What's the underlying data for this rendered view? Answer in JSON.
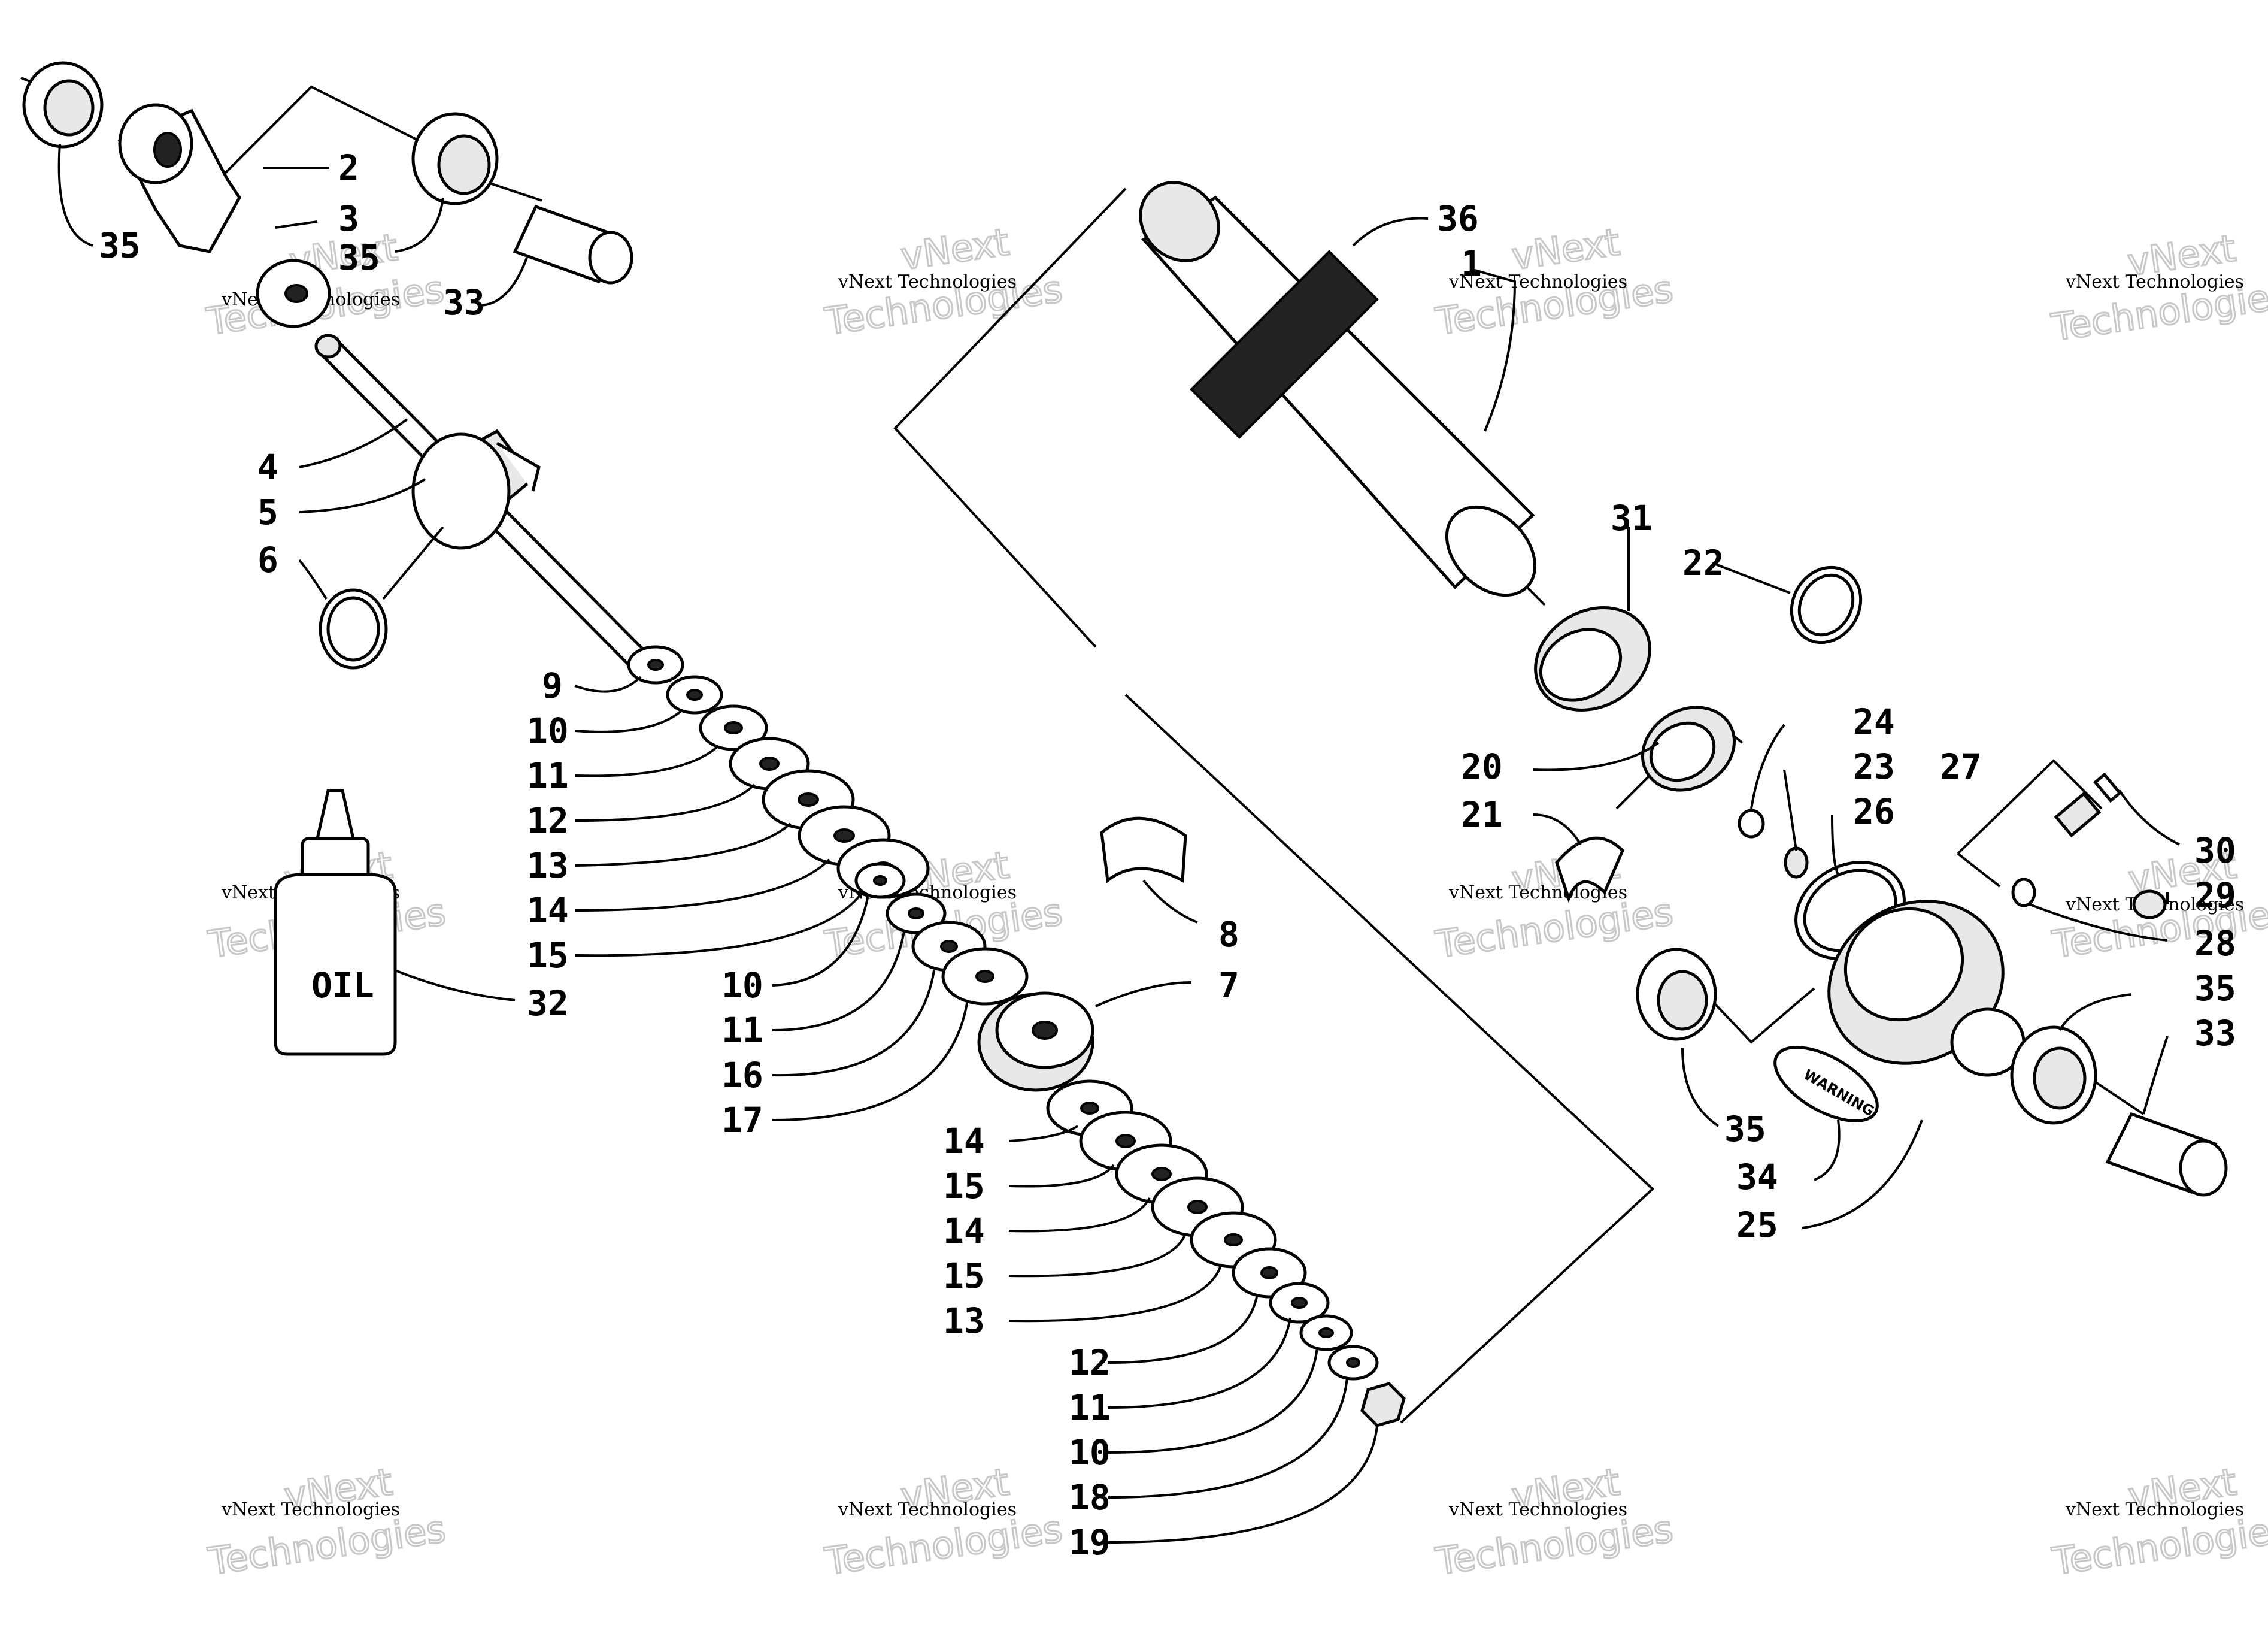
{
  "watermark": {
    "line1": "vNext",
    "line2": "vNext Technologies",
    "line3": "Technologies"
  },
  "bottle_label": "OIL",
  "warning_label": "WARNING",
  "callouts": {
    "c35a": "35",
    "c2": "2",
    "c3": "3",
    "c35b": "35",
    "c33a": "33",
    "c4": "4",
    "c5": "5",
    "c6": "6",
    "c9": "9",
    "c10a": "10",
    "c11a": "11",
    "c12a": "12",
    "c13a": "13",
    "c14a": "14",
    "c15a": "15",
    "c10b": "10",
    "c11b": "11",
    "c16": "16",
    "c17": "17",
    "c32": "32",
    "c8": "8",
    "c7": "7",
    "c14b": "14",
    "c15b": "15",
    "c14c": "14",
    "c15c": "15",
    "c13b": "13",
    "c12b": "12",
    "c11c": "11",
    "c10c": "10",
    "c18": "18",
    "c19": "19",
    "c36": "36",
    "c1": "1",
    "c31": "31",
    "c22": "22",
    "c20": "20",
    "c21": "21",
    "c24": "24",
    "c23": "23",
    "c26": "26",
    "c27": "27",
    "c30": "30",
    "c29": "29",
    "c28": "28",
    "c35c": "35",
    "c33b": "33",
    "c35d": "35",
    "c34": "34",
    "c25": "25"
  }
}
